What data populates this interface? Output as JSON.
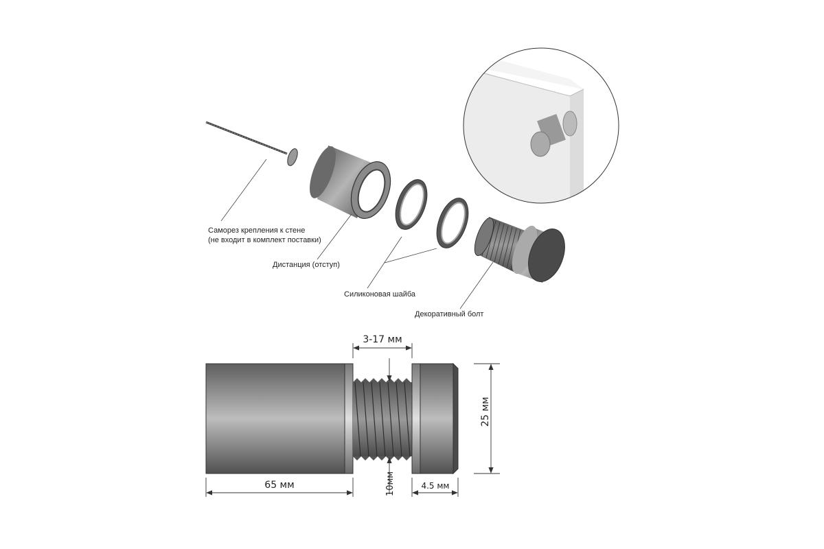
{
  "labels": {
    "screw_line1": "Саморез крепления к стене",
    "screw_line2": "(не входит в комплект поставки)",
    "spacer": "Дистанция (отступ)",
    "washer": "Силиконовая шайба",
    "bolt": "Декоративный болт"
  },
  "dimensions": {
    "gap": "3-17 мм",
    "length": "65 мм",
    "thread": "10мм",
    "head": "4.5 мм",
    "diameter": "25 мм"
  },
  "colors": {
    "metal_dark": "#5a5a5a",
    "metal_light": "#c8c8c8",
    "panel": "#e6e6e6"
  }
}
